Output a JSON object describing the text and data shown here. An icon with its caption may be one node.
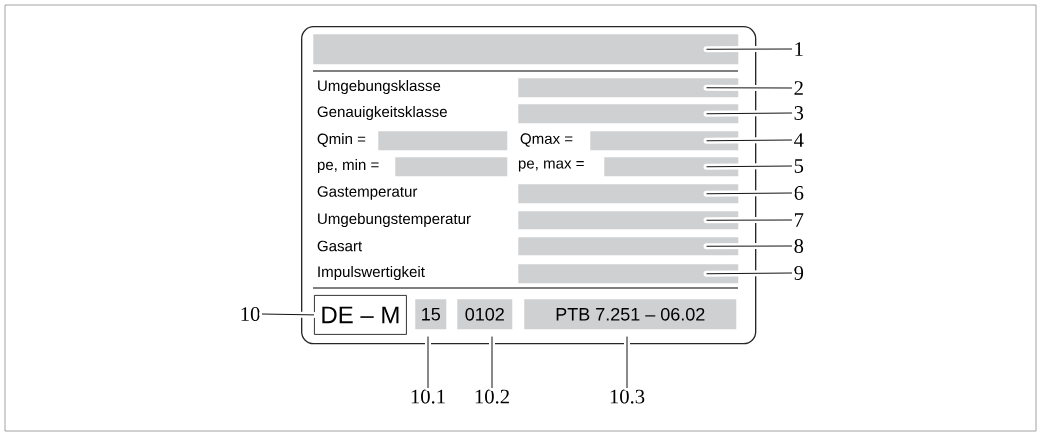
{
  "diagram": {
    "nodes": [
      {
        "text": [],
        "shape": "box"
      },
      {
        "text": [],
        "shape": "bar",
        "in": 0
      },
      {
        "text": [],
        "shape": "bar",
        "in": 0
      },
      {
        "text": [],
        "shape": "bar",
        "in": 0
      },
      {
        "text": [],
        "shape": "bar",
        "in": 0
      },
      {
        "text": [],
        "shape": "bar",
        "in": 0
      },
      {
        "text": [],
        "shape": "bar",
        "in": 0
      },
      {
        "text": [],
        "shape": "bar",
        "in": 0
      },
      {
        "text": [],
        "shape": "bar",
        "in": 0
      },
      {
        "text": [],
        "shape": "bar",
        "in": 0
      },
      {
        "text": [],
        "shape": "bar",
        "in": 0
      },
      {
        "text": [],
        "shape": "bar",
        "in": 0
      },
      {
        "text": [
          "DE – M"
        ],
        "in": 0
      },
      {
        "text": [
          "15"
        ],
        "in": 0
      },
      {
        "text": [
          "0102"
        ],
        "in": 0
      },
      {
        "text": [
          "PTB 7.251 – 06.02"
        ],
        "in": 0
      },
      {
        "text": [
          "1"
        ]
      },
      {
        "text": [
          "2"
        ]
      },
      {
        "text": [
          "3"
        ]
      },
      {
        "text": [
          "4"
        ]
      },
      {
        "text": [
          "5"
        ]
      },
      {
        "text": [
          "6"
        ]
      },
      {
        "text": [
          "7"
        ]
      },
      {
        "text": [
          "8"
        ]
      },
      {
        "text": [
          "9"
        ]
      },
      {
        "text": [
          "10"
        ]
      },
      {
        "text": [
          "10.1"
        ]
      },
      {
        "text": [
          "10.2"
        ]
      },
      {
        "text": [
          "10.3"
        ]
      }
    ],
    "edges": [
      {
        "from": 16,
        "to": 1,
        "arrow": "none"
      },
      {
        "from": 17,
        "to": 2,
        "arrow": "none"
      },
      {
        "from": 18,
        "to": 3,
        "arrow": "none"
      },
      {
        "from": 19,
        "to": 5,
        "arrow": "none"
      },
      {
        "from": 20,
        "to": 7,
        "arrow": "none"
      },
      {
        "from": 21,
        "to": 8,
        "arrow": "none"
      },
      {
        "from": 22,
        "to": 9,
        "arrow": "none"
      },
      {
        "from": 23,
        "to": 10,
        "arrow": "none"
      },
      {
        "from": 24,
        "to": 11,
        "arrow": "none"
      },
      {
        "from": 25,
        "to": 12,
        "arrow": "none"
      },
      {
        "from": 26,
        "to": 13,
        "arrow": "none"
      },
      {
        "from": 27,
        "to": 14,
        "arrow": "none"
      },
      {
        "from": 28,
        "to": 15,
        "arrow": "none"
      }
    ],
    "labels": [
      "Umgebungsklasse",
      "Genauigkeitsklasse",
      "Qmin =",
      "Qmax =",
      "pe, min =",
      "pe, max =",
      "Gastemperatur",
      "Umgebungstemperatur",
      "Gasart",
      "Impulswertigkeit"
    ]
  }
}
